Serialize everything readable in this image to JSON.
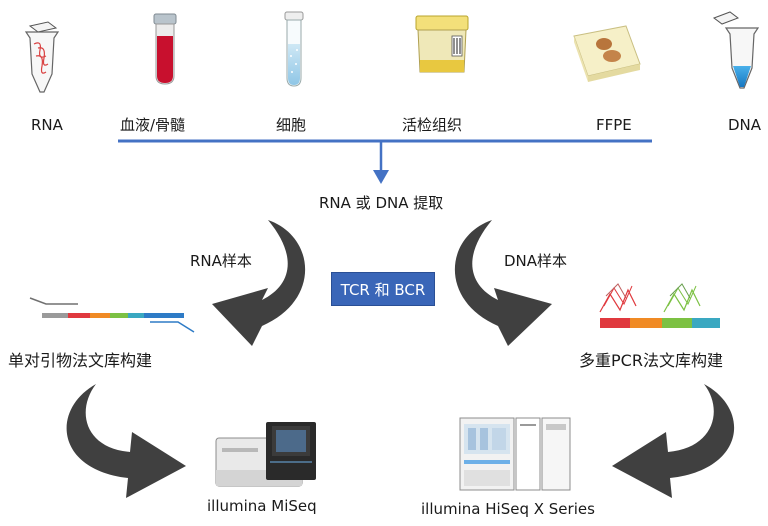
{
  "sources": {
    "rna": "RNA",
    "blood": "血液/骨髓",
    "cell": "细胞",
    "tissue": "活检组织",
    "ffpe": "FFPE",
    "dna": "DNA"
  },
  "extraction": "RNA 或 DNA 提取",
  "rna_sample": "RNA样本",
  "dna_sample": "DNA样本",
  "target": "TCR 和 BCR",
  "left_method": "单对引物法文库构建",
  "right_method": "多重PCR法文库构建",
  "left_platform": "illumina MiSeq",
  "right_platform": "illumina HiSeq X Series",
  "colors": {
    "accent_blue": "#4472c4",
    "badge_blue": "#3a66b8",
    "arrow_gray": "#404040",
    "blood_red": "#c8102e",
    "bar_red": "#e0393e",
    "bar_orange": "#f08a24",
    "bar_green": "#7cc143",
    "bar_teal": "#3aa8c1",
    "bar_blue": "#2e7bc6"
  },
  "icons": [
    "rna-tube-icon",
    "blood-tube-icon",
    "cell-tube-icon",
    "tissue-cup-icon",
    "ffpe-block-icon",
    "dna-tube-icon",
    "miseq-instrument-icon",
    "hiseq-instrument-icon"
  ]
}
